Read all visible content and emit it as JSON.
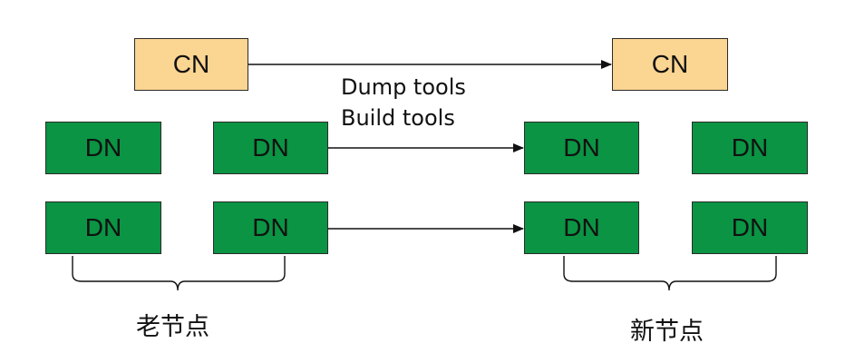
{
  "cn_label": "CN",
  "dn_label": "DN",
  "tools": [
    "Dump tools",
    "Build tools"
  ],
  "old_nodes_label": "老节点",
  "new_nodes_label": "新节点",
  "colors": {
    "cn_fill": "#fbd592",
    "dn_fill": "#0a9443",
    "stroke": "#111111"
  }
}
